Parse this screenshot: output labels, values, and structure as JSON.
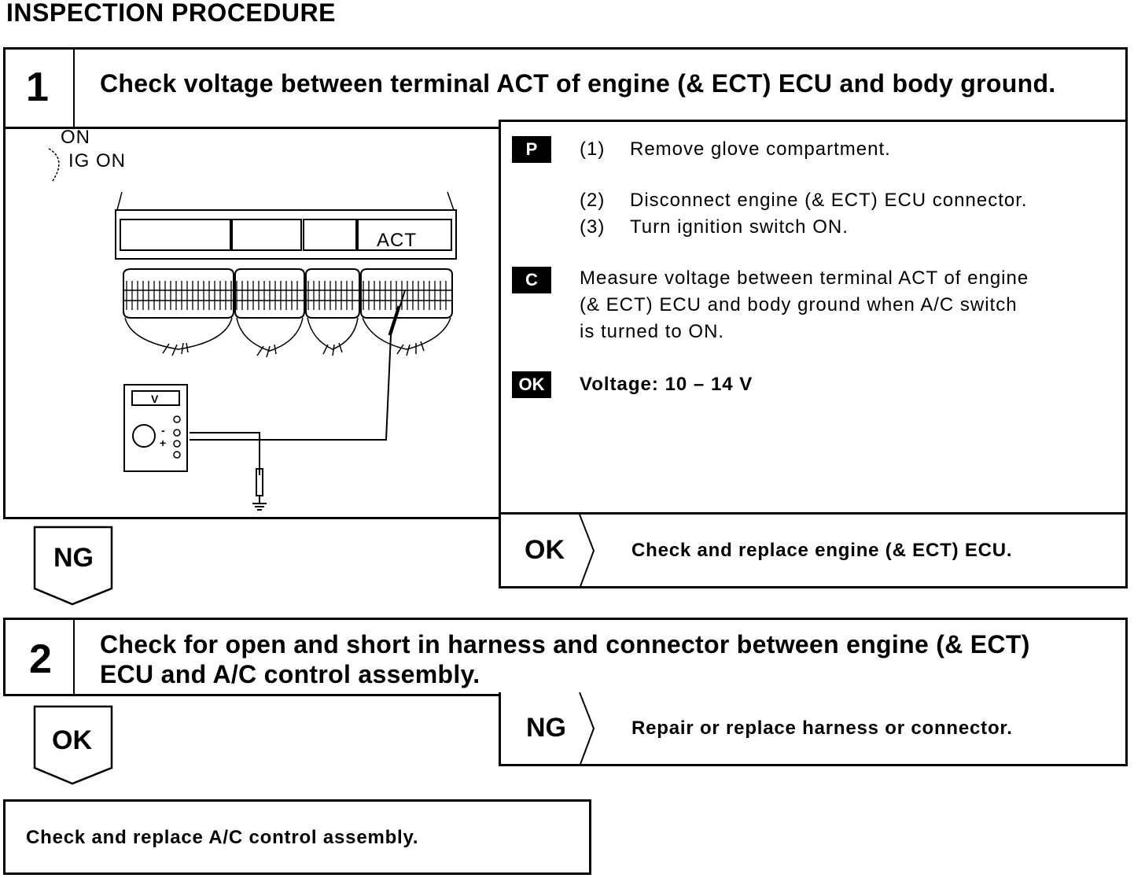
{
  "page_title": "INSPECTION PROCEDURE",
  "step1": {
    "number": "1",
    "heading": "Check voltage between terminal ACT of engine (& ECT) ECU and body ground.",
    "diagram": {
      "switch_on": "ON",
      "switch_ig": "IG ON",
      "terminal_label": "ACT",
      "meter_label": "V",
      "minus": "-",
      "plus": "+"
    },
    "p_tag": "P",
    "steps": [
      {
        "num": "(1)",
        "text": "Remove glove compartment."
      },
      {
        "num": "(2)",
        "text": "Disconnect engine (& ECT) ECU connector."
      },
      {
        "num": "(3)",
        "text": "Turn ignition switch ON."
      }
    ],
    "c_tag": "C",
    "c_text_1": "Measure voltage between terminal ACT of engine",
    "c_text_2": "(& ECT) ECU and body ground when A/C switch",
    "c_text_3": "is turned to ON.",
    "ok_tag": "OK",
    "ok_text": "Voltage: 10 – 14 V",
    "ng_label": "NG",
    "ok_label": "OK",
    "ok_result": "Check and replace engine (& ECT) ECU."
  },
  "step2": {
    "number": "2",
    "heading_1": "Check for open and short in harness and connector between engine (& ECT)",
    "heading_2": "ECU and A/C control assembly.",
    "ok_label": "OK",
    "ng_label": "NG",
    "ng_result": "Repair or replace harness or connector."
  },
  "final_result": "Check and replace A/C control assembly."
}
